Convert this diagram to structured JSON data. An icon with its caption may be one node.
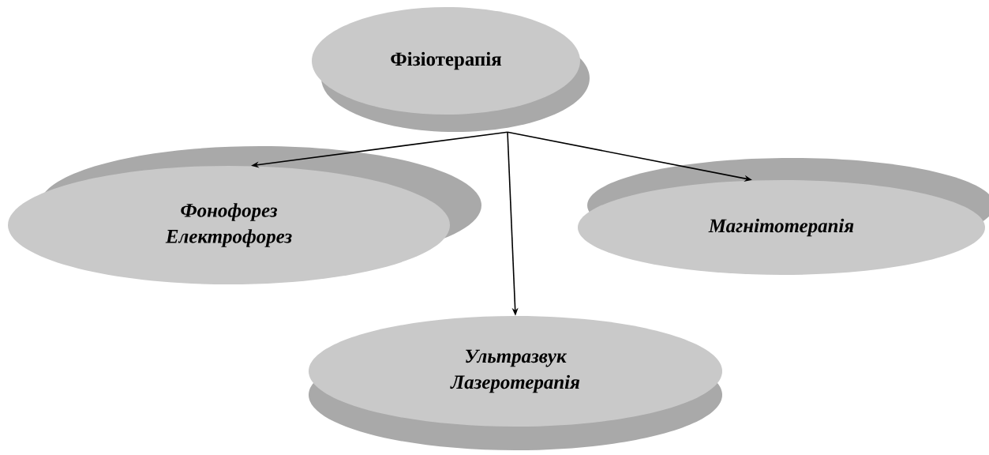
{
  "diagram": {
    "nodes": [
      {
        "text": [
          "Фізіотерапія"
        ]
      },
      {
        "text": [
          "Фонофорез",
          "Електрофорез"
        ]
      },
      {
        "text": [
          "Магнітотерапія"
        ]
      },
      {
        "text": [
          "Ультразвук",
          "Лазеротерапія"
        ]
      }
    ],
    "edges": [
      {
        "from": 0,
        "to": 1,
        "arrow": "to"
      },
      {
        "from": 0,
        "to": 3,
        "arrow": "to"
      },
      {
        "from": 0,
        "to": 2,
        "arrow": "to"
      }
    ]
  }
}
